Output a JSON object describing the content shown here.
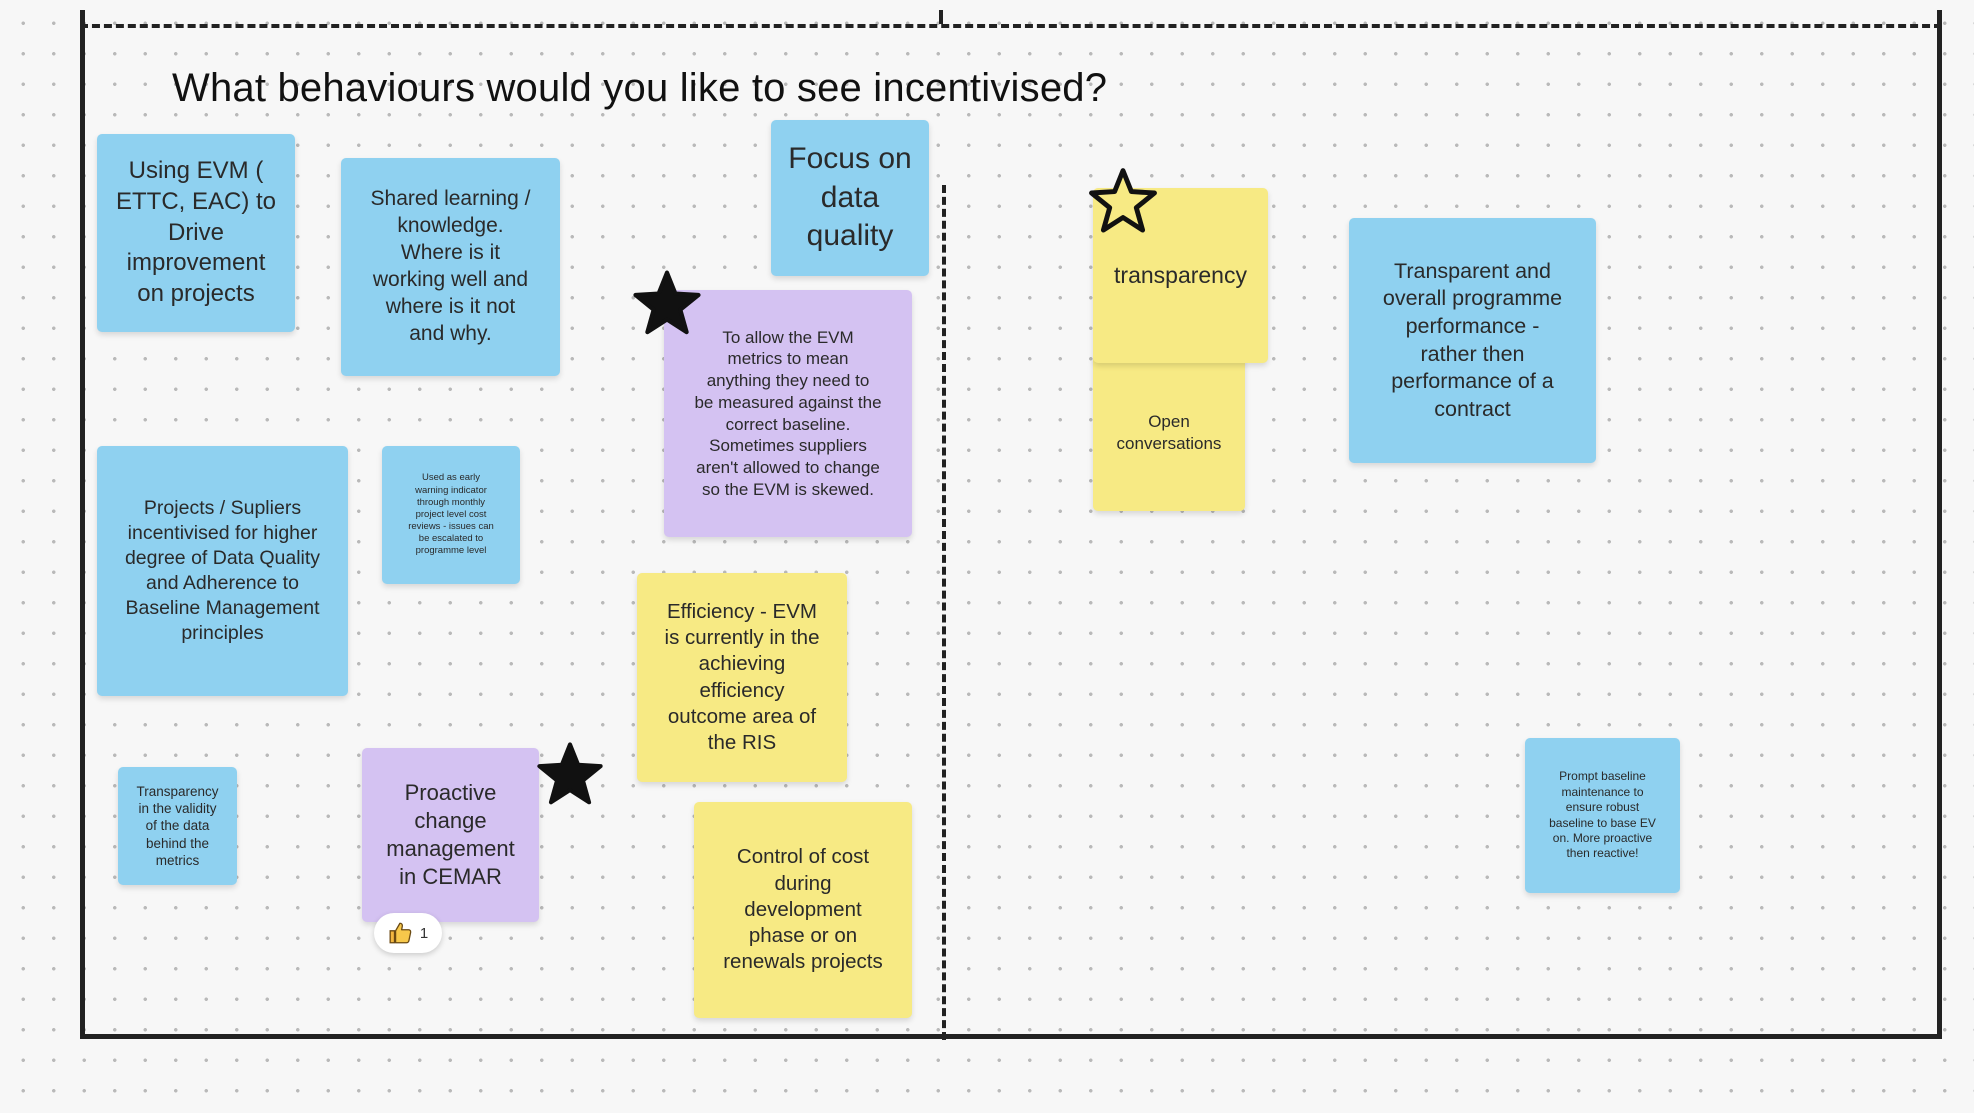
{
  "board": {
    "title": "What behaviours would you like to see incentivised?"
  },
  "notes": {
    "evm_drive": "Using EVM (\nETTC, EAC) to\nDrive\nimprovement\non projects",
    "shared_learning": "Shared learning /\nknowledge.\nWhere is it\nworking well and\nwhere is it not\nand why.",
    "data_quality": "Focus on\ndata\nquality",
    "evm_metrics": "To allow the EVM\nmetrics to mean\nanything they need to\nbe measured against the\ncorrect baseline.\nSometimes suppliers\naren't allowed to change\nso the EVM is skewed.",
    "suppliers": "Projects / Supliers\nincentivised for higher\ndegree of Data Quality\nand  Adherence to\nBaseline Management\nprinciples",
    "early_warning": "Used as early\nwarning indicator\nthrough monthly\nproject level cost\nreviews - issues can\nbe escalated to\nprogramme level",
    "efficiency": "Efficiency - EVM\nis currently in the\nachieving\nefficiency\noutcome area of\nthe RIS",
    "transparency_validity": "Transparency\nin the validity\nof the data\nbehind the\nmetrics",
    "proactive_change": "Proactive\nchange\nmanagement\nin CEMAR",
    "control_cost": "Control of cost\nduring\ndevelopment\nphase or on\nrenewals projects",
    "transparency": "transparency",
    "open_conversations": "Open\nconversations",
    "programme_performance": "Transparent and\noverall programme\nperformance -\nrather then\nperformance of a\ncontract",
    "prompt_baseline": "Prompt baseline\nmaintenance to\nensure robust\nbaseline to base EV\non.  More proactive\nthen reactive!"
  },
  "reaction": {
    "icon": "thumbs-up-icon",
    "count": "1"
  },
  "colors": {
    "blue": "#8fd1f0",
    "purple": "#d4c2f2",
    "yellow": "#f7ea84",
    "frame": "#222222"
  }
}
